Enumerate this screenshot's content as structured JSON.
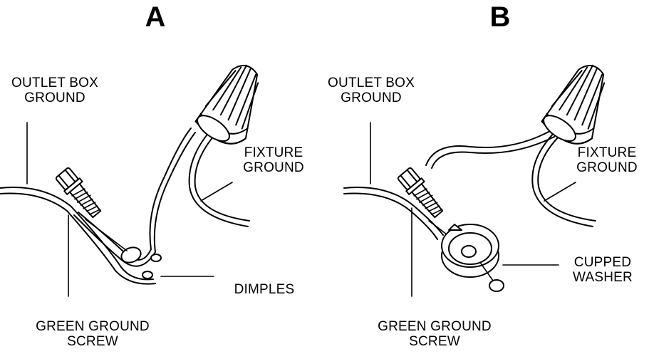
{
  "panel_a": {
    "letter": "A",
    "outlet_box_ground": "OUTLET BOX\nGROUND",
    "fixture_ground": "FIXTURE\nGROUND",
    "dimples": "DIMPLES",
    "green_ground_screw": "GREEN GROUND\nSCREW"
  },
  "panel_b": {
    "letter": "B",
    "outlet_box_ground": "OUTLET BOX\nGROUND",
    "fixture_ground": "FIXTURE\nGROUND",
    "cupped_washer": "CUPPED\nWASHER",
    "green_ground_screw": "GREEN GROUND\nSCREW"
  }
}
